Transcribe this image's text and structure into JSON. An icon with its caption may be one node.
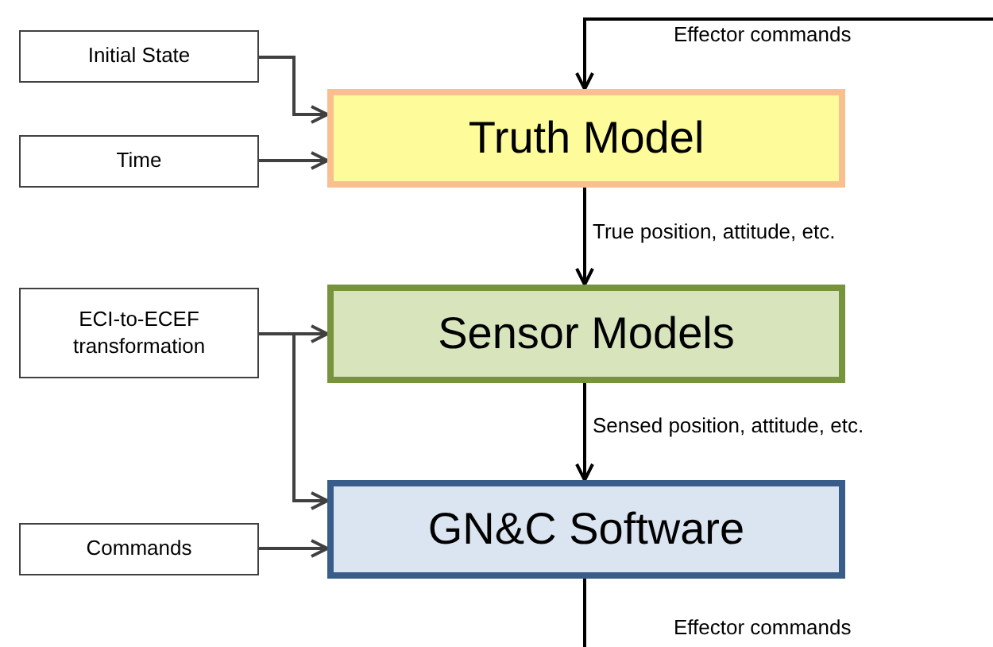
{
  "diagram": {
    "nodes": [
      {
        "text": [
          "Initial State"
        ]
      },
      {
        "text": [
          "Time"
        ]
      },
      {
        "text": [
          "Truth Model"
        ]
      },
      {
        "text": [
          "ECI-to-ECEF transformation"
        ]
      },
      {
        "text": [
          "Sensor Models"
        ]
      },
      {
        "text": [
          "Commands"
        ]
      },
      {
        "text": [
          "GN&C Software"
        ]
      }
    ],
    "edges": [
      {
        "from": null,
        "to": 2,
        "arrow": "to",
        "label": "Effector commands"
      },
      {
        "from": 0,
        "to": 2,
        "arrow": "to"
      },
      {
        "from": 1,
        "to": 2,
        "arrow": "to"
      },
      {
        "from": 2,
        "to": 4,
        "arrow": "to",
        "label": "True position, attitude, etc."
      },
      {
        "from": 3,
        "to": 4,
        "arrow": "to"
      },
      {
        "from": 3,
        "to": 6,
        "arrow": "to"
      },
      {
        "from": 4,
        "to": 6,
        "arrow": "to",
        "label": "Sensed position, attitude, etc."
      },
      {
        "from": 5,
        "to": 6,
        "arrow": "to"
      },
      {
        "from": 6,
        "to": null,
        "arrow": "none",
        "label": "Effector commands"
      }
    ]
  }
}
